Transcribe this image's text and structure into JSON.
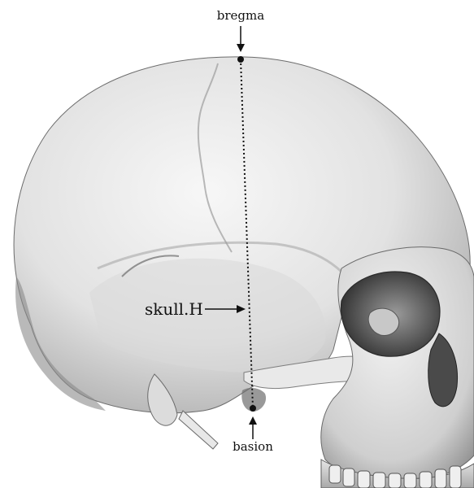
{
  "labels": {
    "top_landmark": "bregma",
    "bottom_landmark": "basion",
    "measurement": "skull.H"
  },
  "colors": {
    "bone_light": "#f4f4f4",
    "bone_mid": "#d6d6d6",
    "bone_shadow": "#8f8f8f",
    "bone_dark": "#3c3c3c",
    "annotation": "#111111"
  }
}
